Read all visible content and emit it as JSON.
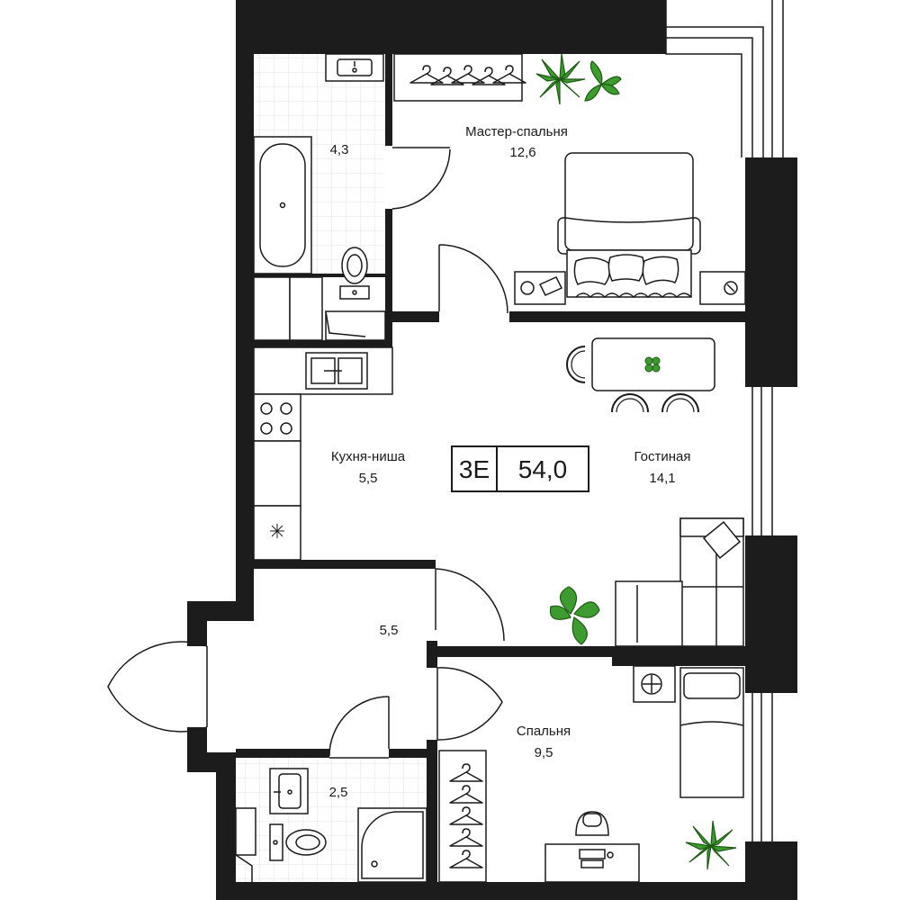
{
  "apartment": {
    "type_code": "3E",
    "total_area": "54,0"
  },
  "rooms": {
    "master_bedroom": {
      "name": "Мастер-спальня",
      "area": "12,6"
    },
    "bathroom_main": {
      "area": "4,3"
    },
    "kitchen": {
      "name": "Кухня-ниша",
      "area": "5,5"
    },
    "living_room": {
      "name": "Гостиная",
      "area": "14,1"
    },
    "hallway": {
      "area": "5,5"
    },
    "bedroom": {
      "name": "Спальня",
      "area": "9,5"
    },
    "bathroom_small": {
      "area": "2,5"
    }
  },
  "colors": {
    "wall": "#1c1c1c",
    "line": "#1a1a1a",
    "plant": "#3e9b2f",
    "plant_dark": "#1f5a17",
    "tile_grid": "#e3e3e3",
    "background": "#ffffff"
  }
}
